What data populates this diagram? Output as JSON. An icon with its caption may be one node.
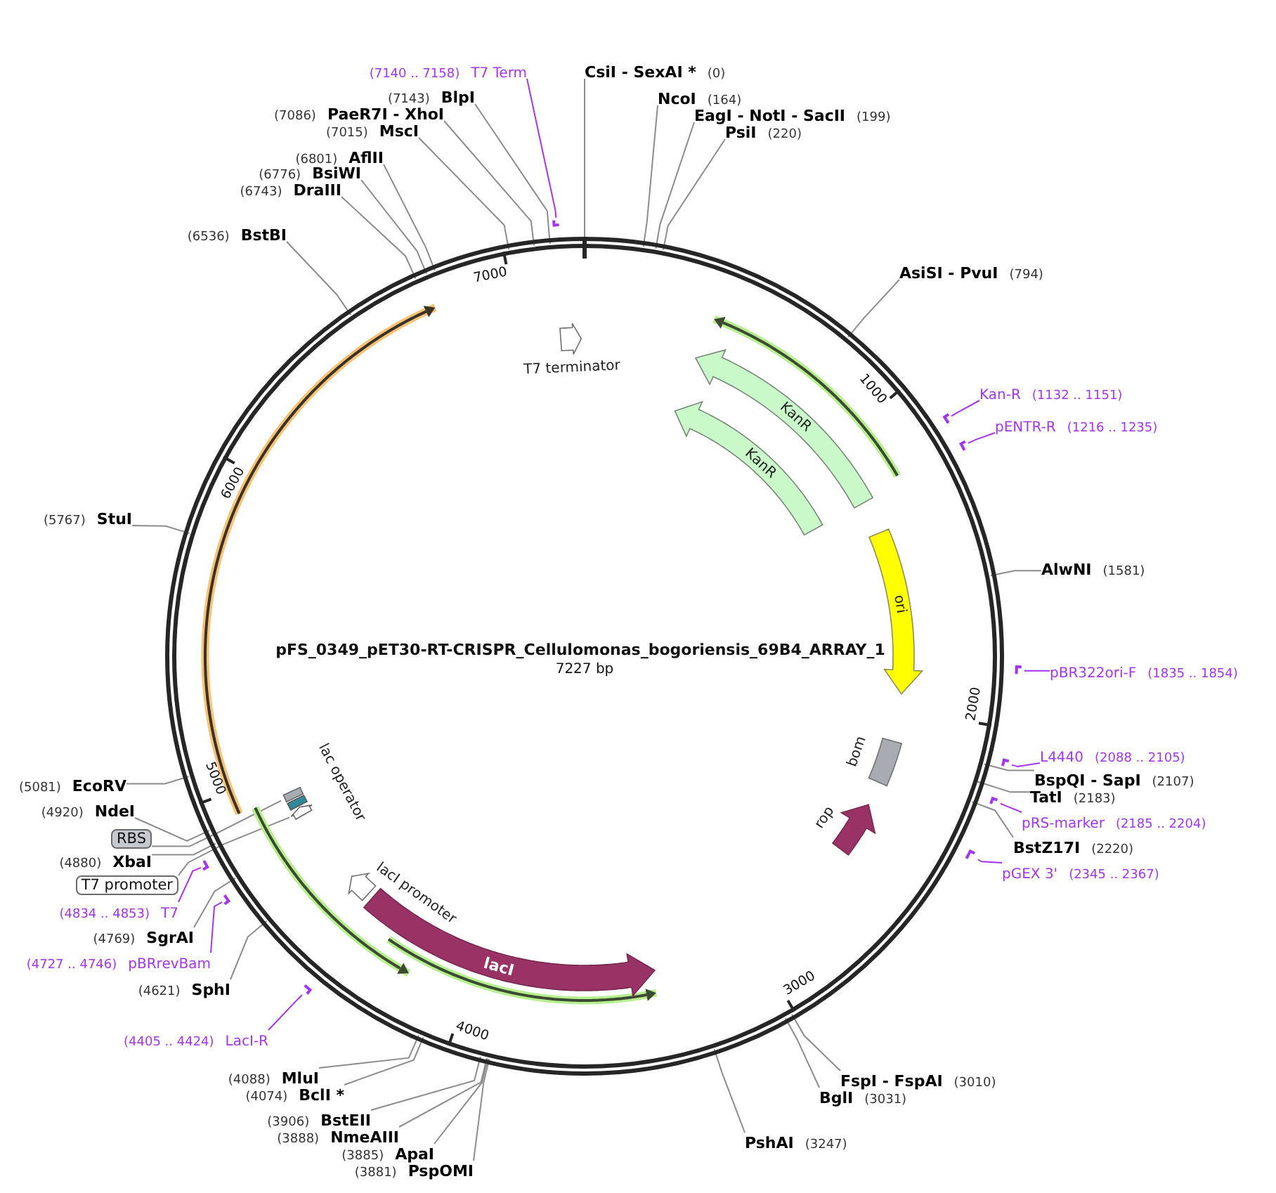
{
  "diagram": {
    "title": "pFS_0349_pET30-RT-CRISPR_Cellulomonas_bogoriensis_69B4_ARRAY_1",
    "nodes": [
      {
        "text": [
          "CsiI - SexAI *",
          "(0)"
        ]
      },
      {
        "text": [
          "NcoI",
          "(164)"
        ]
      },
      {
        "text": [
          "EagI - NotI - SacII",
          "(199)"
        ]
      },
      {
        "text": [
          "PsiI",
          "(220)"
        ]
      },
      {
        "text": [
          "AsiSI - PvuI",
          "(794)"
        ]
      },
      {
        "text": [
          "Kan-R",
          "(1132 .. 1151)"
        ]
      },
      {
        "text": [
          "pENTR-R",
          "(1216 .. 1235)"
        ]
      },
      {
        "text": [
          "AlwNI",
          "(1581)"
        ]
      },
      {
        "text": [
          "pBR322ori-F",
          "(1835 .. 1854)"
        ]
      },
      {
        "text": [
          "L4440",
          "(2088 .. 2105)"
        ]
      },
      {
        "text": [
          "BspQI - SapI",
          "(2107)"
        ]
      },
      {
        "text": [
          "TatI",
          "(2183)"
        ]
      },
      {
        "text": [
          "pRS-marker",
          "(2185 .. 2204)"
        ]
      },
      {
        "text": [
          "BstZ17I",
          "(2220)"
        ]
      },
      {
        "text": [
          "pGEX 3'",
          "(2345 .. 2367)"
        ]
      },
      {
        "text": [
          "FspI - FspAI",
          "(3010)"
        ]
      },
      {
        "text": [
          "BglI",
          "(3031)"
        ]
      },
      {
        "text": [
          "PshAI",
          "(3247)"
        ]
      },
      {
        "text": [
          "(3881)",
          "PspOMI"
        ]
      },
      {
        "text": [
          "(3885)",
          "ApaI"
        ]
      },
      {
        "text": [
          "(3888)",
          "NmeAIII"
        ]
      },
      {
        "text": [
          "(3906)",
          "BstEII"
        ]
      },
      {
        "text": [
          "(4074)",
          "BclI *"
        ]
      },
      {
        "text": [
          "(4088)",
          "MluI"
        ]
      },
      {
        "text": [
          "(4405 .. 4424)",
          "LacI-R"
        ]
      },
      {
        "text": [
          "(4621)",
          "SphI"
        ]
      },
      {
        "text": [
          "(4727 .. 4746)",
          "pBRrevBam"
        ]
      },
      {
        "text": [
          "(4769)",
          "SgrAI"
        ]
      },
      {
        "text": [
          "(4834 .. 4853)",
          "T7"
        ]
      },
      {
        "text": [
          "T7 promoter"
        ]
      },
      {
        "text": [
          "(4880)",
          "XbaI"
        ]
      },
      {
        "text": [
          "RBS"
        ]
      },
      {
        "text": [
          "(4920)",
          "NdeI"
        ]
      },
      {
        "text": [
          "(5081)",
          "EcoRV"
        ]
      },
      {
        "text": [
          "(5767)",
          "StuI"
        ]
      },
      {
        "text": [
          "(6536)",
          "BstBI"
        ]
      },
      {
        "text": [
          "(6743)",
          "DraIII"
        ]
      },
      {
        "text": [
          "(6776)",
          "BsiWI"
        ]
      },
      {
        "text": [
          "(6801)",
          "AflII"
        ]
      },
      {
        "text": [
          "(7015)",
          "MscI"
        ]
      },
      {
        "text": [
          "(7086)",
          "PaeR7I - XhoI"
        ]
      },
      {
        "text": [
          "(7143)",
          "BlpI"
        ]
      },
      {
        "text": [
          "(7140 .. 7158)",
          "T7 Term"
        ]
      },
      {
        "text": [
          "T7 terminator"
        ]
      },
      {
        "text": [
          "KanR"
        ]
      },
      {
        "text": [
          "KanR"
        ]
      },
      {
        "text": [
          "ori"
        ]
      },
      {
        "text": [
          "bom"
        ]
      },
      {
        "text": [
          "rop"
        ]
      },
      {
        "text": [
          "lacI"
        ]
      },
      {
        "text": [
          "lacI promoter"
        ]
      },
      {
        "text": [
          "lac operator"
        ]
      },
      {
        "text": [],
        "shape": "box"
      },
      {
        "text": [],
        "shape": "arrow"
      },
      {
        "text": [],
        "shape": "bar"
      },
      {
        "text": [],
        "shape": "bar"
      },
      {
        "text": [],
        "shape": "bar"
      },
      {
        "text": [],
        "shape": "bar"
      },
      {
        "text": [],
        "shape": "bar"
      },
      {
        "text": [],
        "shape": "bar"
      },
      {
        "text": [],
        "shape": "bar"
      },
      {
        "text": [],
        "shape": "bar"
      },
      {
        "text": [],
        "shape": "bar"
      },
      {
        "text": [],
        "shape": "bar"
      }
    ],
    "edges": [
      {
        "from": 0,
        "to": null,
        "arrow": "none"
      },
      {
        "from": 1,
        "to": null,
        "arrow": "none"
      },
      {
        "from": 2,
        "to": null,
        "arrow": "none"
      },
      {
        "from": 3,
        "to": null,
        "arrow": "none"
      },
      {
        "from": 4,
        "to": null,
        "arrow": "none"
      },
      {
        "from": 5,
        "to": 55,
        "arrow": "none",
        "color": "#a335f0"
      },
      {
        "from": 6,
        "to": 56,
        "arrow": "none",
        "color": "#a335f0"
      },
      {
        "from": 7,
        "to": null,
        "arrow": "none"
      },
      {
        "from": 8,
        "to": 57,
        "arrow": "none",
        "color": "#a335f0"
      },
      {
        "from": 9,
        "to": 58,
        "arrow": "none",
        "color": "#a335f0"
      },
      {
        "from": 10,
        "to": null,
        "arrow": "none"
      },
      {
        "from": 11,
        "to": null,
        "arrow": "none"
      },
      {
        "from": 12,
        "to": 59,
        "arrow": "none",
        "color": "#a335f0"
      },
      {
        "from": 13,
        "to": null,
        "arrow": "none"
      },
      {
        "from": 14,
        "to": 60,
        "arrow": "none",
        "color": "#a335f0"
      },
      {
        "from": 15,
        "to": null,
        "arrow": "none"
      },
      {
        "from": 16,
        "to": null,
        "arrow": "none"
      },
      {
        "from": 17,
        "to": null,
        "arrow": "none"
      },
      {
        "from": 18,
        "to": null,
        "arrow": "none"
      },
      {
        "from": 19,
        "to": null,
        "arrow": "none"
      },
      {
        "from": 20,
        "to": null,
        "arrow": "none"
      },
      {
        "from": 21,
        "to": null,
        "arrow": "none"
      },
      {
        "from": 22,
        "to": null,
        "arrow": "none"
      },
      {
        "from": 23,
        "to": null,
        "arrow": "none"
      },
      {
        "from": 24,
        "to": 63,
        "arrow": "none",
        "color": "#a335f0"
      },
      {
        "from": 25,
        "to": null,
        "arrow": "none"
      },
      {
        "from": 26,
        "to": 62,
        "arrow": "none",
        "color": "#a335f0"
      },
      {
        "from": 27,
        "to": null,
        "arrow": "none"
      },
      {
        "from": 28,
        "to": 61,
        "arrow": "none",
        "color": "#a335f0"
      },
      {
        "from": 29,
        "to": 53,
        "arrow": "none"
      },
      {
        "from": 30,
        "to": null,
        "arrow": "none"
      },
      {
        "from": 31,
        "to": 52,
        "arrow": "none"
      },
      {
        "from": 32,
        "to": null,
        "arrow": "none"
      },
      {
        "from": 33,
        "to": null,
        "arrow": "none"
      },
      {
        "from": 34,
        "to": null,
        "arrow": "none"
      },
      {
        "from": 35,
        "to": null,
        "arrow": "none"
      },
      {
        "from": 36,
        "to": null,
        "arrow": "none"
      },
      {
        "from": 37,
        "to": null,
        "arrow": "none"
      },
      {
        "from": 38,
        "to": null,
        "arrow": "none"
      },
      {
        "from": 39,
        "to": null,
        "arrow": "none"
      },
      {
        "from": 40,
        "to": null,
        "arrow": "none"
      },
      {
        "from": 41,
        "to": null,
        "arrow": "none"
      },
      {
        "from": 42,
        "to": 54,
        "arrow": "none",
        "color": "#a335f0"
      }
    ],
    "labels": [
      "7227 bp",
      "1000",
      "2000",
      "3000",
      "4000",
      "5000",
      "6000",
      "7000"
    ]
  }
}
